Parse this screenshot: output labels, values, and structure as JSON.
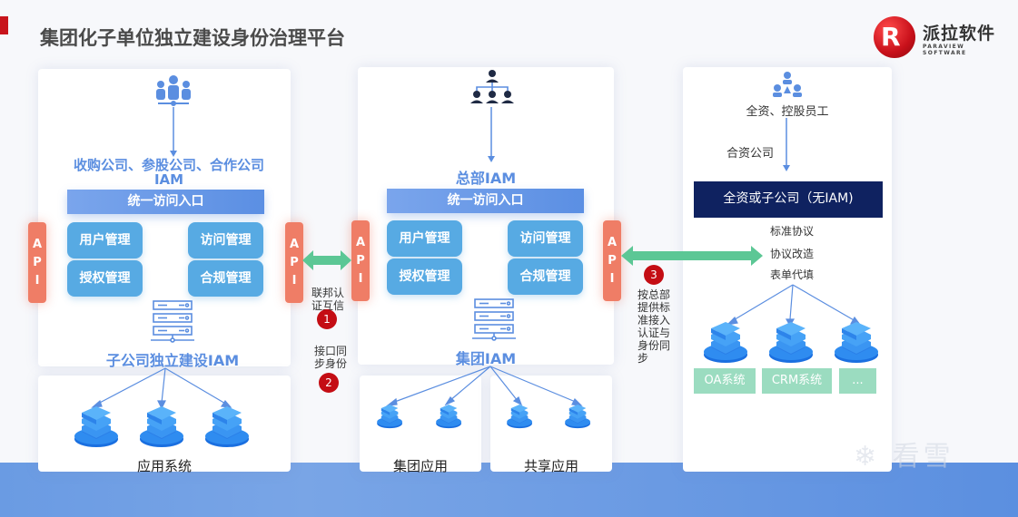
{
  "header": {
    "title": "集团化子单位独立建设身份治理平台",
    "logo_mark": "R",
    "logo_cn": "派拉软件",
    "logo_en": "PARAVIEW SOFTWARE"
  },
  "left_panel": {
    "source_label_line1": "收购公司、参股公司、合作公司",
    "source_label_line2": "IAM",
    "entry_label": "统一访问入口",
    "modules": [
      "用户管理",
      "访问管理",
      "授权管理",
      "合规管理"
    ],
    "iam_label": "子公司独立建设IAM",
    "apps_label": "应用系统"
  },
  "center_panel": {
    "source_label": "总部IAM",
    "entry_label": "统一访问入口",
    "modules": [
      "用户管理",
      "访问管理",
      "授权管理",
      "合规管理"
    ],
    "iam_label": "集团IAM",
    "apps_left_label": "集团应用",
    "apps_right_label": "共享应用"
  },
  "right_panel": {
    "employees_label": "全资、控股员工",
    "jv_label": "合资公司",
    "company_box": "全资或子公司（无IAM)",
    "protocols": [
      "标准协议",
      "协议改造",
      "表单代填"
    ],
    "systems": [
      "OA系统",
      "CRM系统",
      "..."
    ]
  },
  "api_label_chars": [
    "A",
    "P",
    "I"
  ],
  "connectors": {
    "note1": [
      "联邦认",
      "证互信"
    ],
    "badge1": "1",
    "note2": [
      "接口同",
      "步身份"
    ],
    "badge2": "2",
    "badge3": "3",
    "note3": [
      "按总部",
      "提供标",
      "准接入",
      "认证与",
      "身份同",
      "步"
    ]
  },
  "watermark": "❄ 看雪",
  "colors": {
    "brand_red": "#c8151c",
    "accent_blue": "#5b8ee0",
    "module_blue": "#57aae3",
    "api_orange": "#ef7d66",
    "arrow_green": "#5cc795",
    "dark_navy": "#0f2260",
    "system_green": "#9bdcc0"
  }
}
